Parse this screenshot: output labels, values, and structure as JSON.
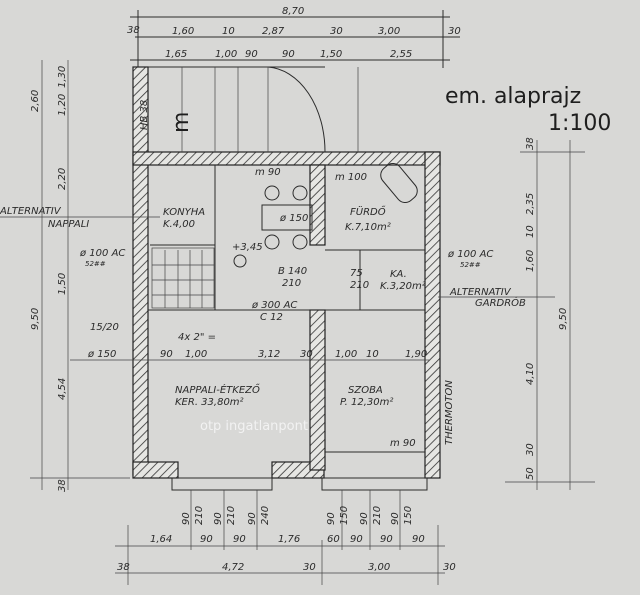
{
  "drawing": {
    "title": "em. alaprajz",
    "scale": "1:100",
    "watermark": "otp ingatlanpont"
  },
  "rooms": {
    "kitchen": {
      "name": "KONYHA",
      "area": "K.4,00"
    },
    "bathroom": {
      "name": "FÜRDŐ",
      "area": "K.7,10m²"
    },
    "closet": {
      "name": "KA.",
      "area": "K.3,20m²"
    },
    "living": {
      "name": "NAPPALI-ÉTKEZŐ",
      "area": "KER. 33,80m²"
    },
    "bedroom": {
      "name": "SZOBA",
      "area": "P. 12,30m²"
    }
  },
  "annotations": {
    "alt_living": "ALTERNATIV",
    "alt_living_2": "NAPPALI",
    "alt_wardrobe": "ALTERNATIV",
    "alt_wardrobe_2": "GARDRÓB",
    "thermoton": "THERMOTON",
    "hb38": "HB 38",
    "table": "ø 150",
    "level": "+3,45",
    "beam_b140": "B 140",
    "beam_210": "210",
    "beam_75": "75",
    "beam_210b": "210",
    "pipe_left": "ø 100 AC",
    "pipe_left_sub": "52##",
    "pipe_right": "ø 100 AC",
    "pipe_right_sub": "52##",
    "pipe_mid": "ø 300 AC",
    "pipe_mid_sub": "C 12",
    "steps": "15/20",
    "pipe_150": "ø 150",
    "windows": "4x 2\" =",
    "m90_top": "m 90",
    "m100": "m 100",
    "m90_bed": "m 90",
    "chimney": "m"
  },
  "dimensions": {
    "top_total": "8,70",
    "top_row1": [
      "38",
      "1,60",
      "10",
      "2,87",
      "30",
      "3,00",
      "30"
    ],
    "top_row2": [
      "1,65",
      "1,00",
      "90",
      "90",
      "1,50",
      "2,55"
    ],
    "mid_row": [
      "90",
      "1,00",
      "3,12",
      "30",
      "1,00",
      "10",
      "1,90"
    ],
    "bottom_row1": [
      "1,64",
      "90",
      "90",
      "1,76",
      "60",
      "90",
      "90",
      "90"
    ],
    "bottom_row2": [
      "38",
      "4,72",
      "30",
      "3,00",
      "30"
    ],
    "bottom_openings": [
      "90",
      "210",
      "90",
      "210",
      "90",
      "240",
      "90",
      "150",
      "90",
      "210",
      "90",
      "150"
    ],
    "left": [
      "2,60",
      "1,30",
      "1,20",
      "2,20",
      "1,50",
      "9,50",
      "4,54",
      "38"
    ],
    "right": [
      "38",
      "2,35",
      "1,60",
      "10",
      "9,50",
      "4,10",
      "30",
      "50"
    ]
  }
}
